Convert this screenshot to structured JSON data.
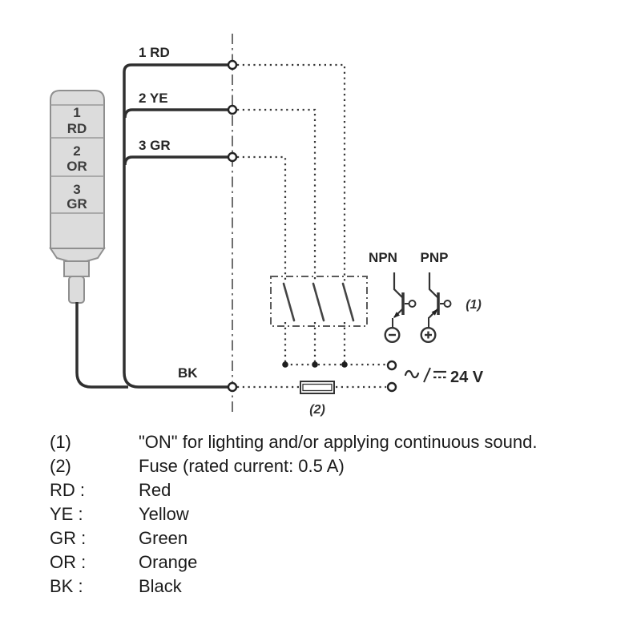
{
  "tower": {
    "segment1_num": "1",
    "segment1_code": "RD",
    "segment2_num": "2",
    "segment2_code": "OR",
    "segment3_num": "3",
    "segment3_code": "GR"
  },
  "wires": {
    "wire1_label": "1 RD",
    "wire2_label": "2 YE",
    "wire3_label": "3 GR",
    "black_label": "BK"
  },
  "components": {
    "npn_label": "NPN",
    "pnp_label": "PNP",
    "note1_ref": "(1)",
    "fuse_ref": "(2)",
    "supply_voltage": "24 V"
  },
  "legend": {
    "rows": [
      {
        "key": "(1)",
        "value": "\"ON\" for lighting and/or applying continuous sound."
      },
      {
        "key": "(2)",
        "value": "Fuse (rated current: 0.5 A)"
      },
      {
        "key": "RD :",
        "value": "Red"
      },
      {
        "key": "YE :",
        "value": "Yellow"
      },
      {
        "key": "GR :",
        "value": "Green"
      },
      {
        "key": "OR :",
        "value": "Orange"
      },
      {
        "key": "BK :",
        "value": "Black"
      }
    ]
  },
  "colors": {
    "line": "#2f2f2f",
    "tower_fill": "#dcdcdc",
    "tower_border": "#8f8f8f",
    "text": "#1f1f1f"
  }
}
